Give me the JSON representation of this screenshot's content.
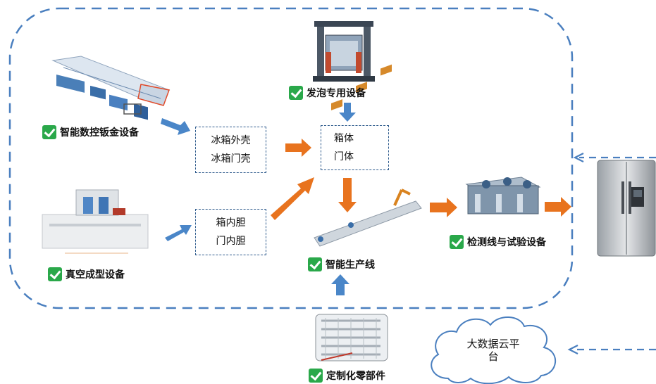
{
  "equipment": {
    "sheet_metal": "智能数控钣金设备",
    "vacuum": "真空成型设备",
    "foaming": "发泡专用设备",
    "production_line": "智能生产线",
    "inspection": "检测线与试验设备",
    "parts": "定制化零部件"
  },
  "boxes": {
    "shell": [
      "冰箱外壳",
      "冰箱门壳"
    ],
    "liner": [
      "箱内胆",
      "门内胆"
    ],
    "body": [
      "箱体",
      "门体"
    ]
  },
  "cloud": {
    "line1": "大数据云平",
    "line2": "台"
  },
  "colors": {
    "arrow_blue": "#4a86c8",
    "arrow_orange": "#e8731e",
    "border_blue": "#4a7fbf",
    "check_green": "#2aa84a"
  },
  "icons": {
    "check": "check-icon",
    "fridge": "refrigerator-icon",
    "cloud": "cloud-icon"
  }
}
